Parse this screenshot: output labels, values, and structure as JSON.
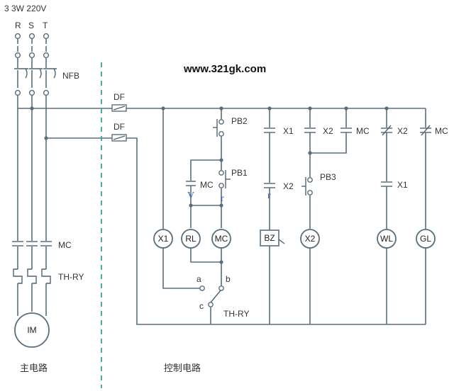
{
  "header": {
    "spec": "3  3W 220V"
  },
  "phases": [
    "R",
    "S",
    "T"
  ],
  "watermark": "www.321gk.com",
  "labels": {
    "nfb": "NFB",
    "df1": "DF",
    "df2": "DF",
    "mc_main": "MC",
    "thry_main": "TH-RY",
    "motor": "IM",
    "pb2": "PB2",
    "pb1": "PB1",
    "mc_hold": "MC",
    "x1_top": "X1",
    "x2_bz": "X2",
    "x2_top": "X2",
    "mc_top": "MC",
    "pb3": "PB3",
    "x2_wl": "X2",
    "x1_wl": "X1",
    "mc_gl": "MC",
    "relay_sw": "TH-RY",
    "sw_a": "a",
    "sw_b": "b",
    "sw_c": "c"
  },
  "coils": {
    "x1": "X1",
    "rl": "RL",
    "mc": "MC",
    "bz": "BZ",
    "x2": "X2",
    "wl": "WL",
    "gl": "GL"
  },
  "sections": {
    "main": "主电路",
    "control": "控制电路"
  },
  "artifacts": {
    "a1": "V",
    "a2": "r",
    "a3": "r"
  }
}
